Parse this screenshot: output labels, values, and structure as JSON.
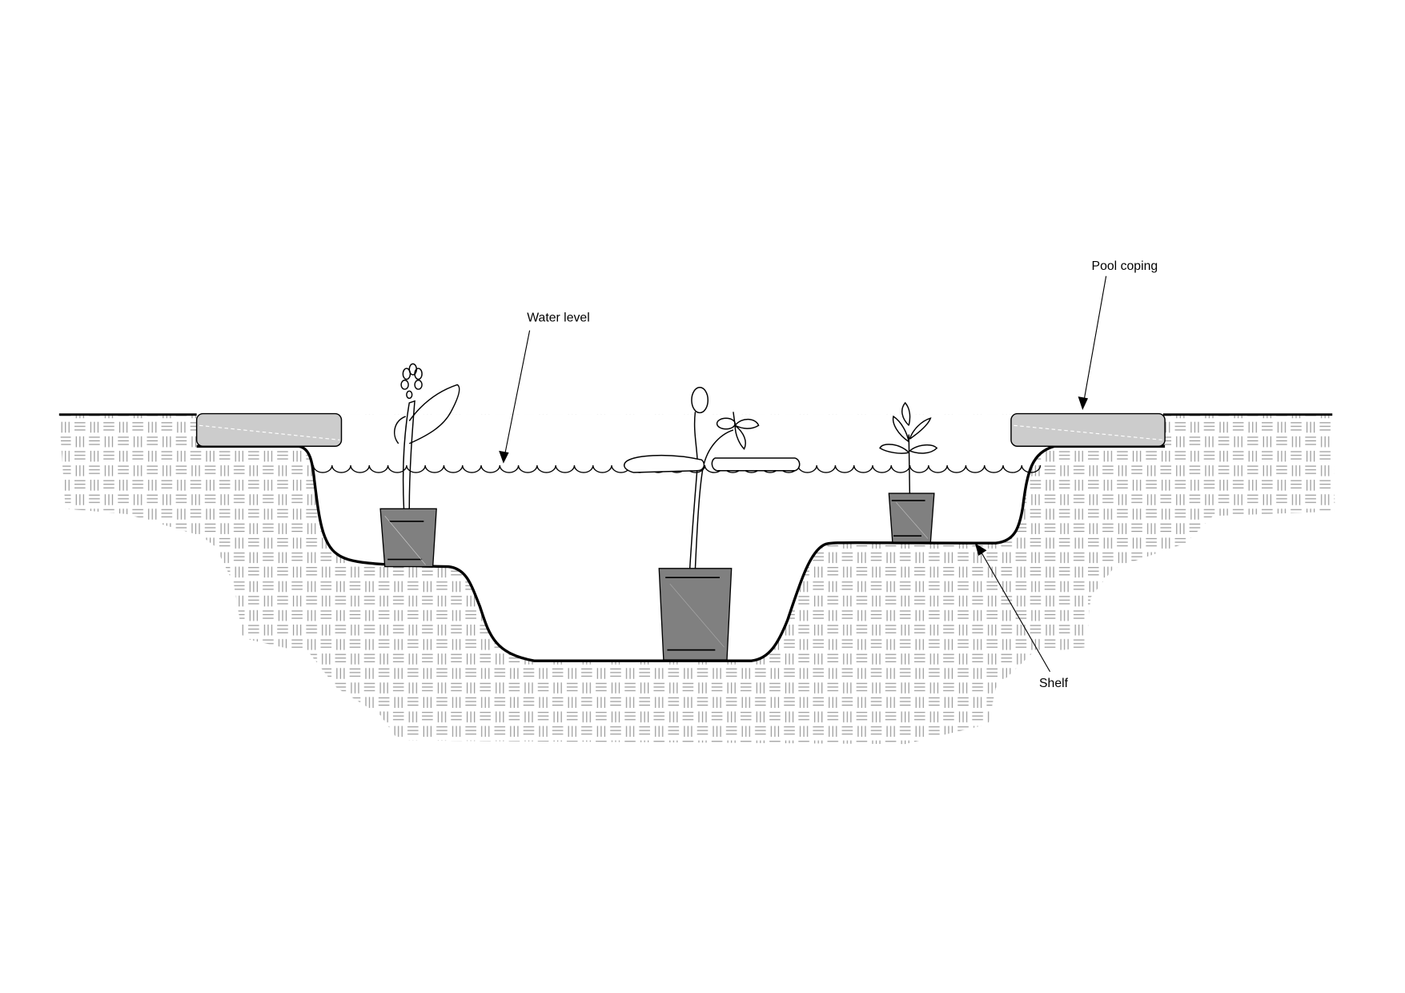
{
  "labels": {
    "water_level": "Water level",
    "pool_coping": "Pool coping",
    "shelf": "Shelf"
  },
  "colors": {
    "soil_hatch": "#9a9a9a",
    "coping_fill": "#cccccc",
    "pot_fill": "#808080",
    "liner": "#000000"
  }
}
